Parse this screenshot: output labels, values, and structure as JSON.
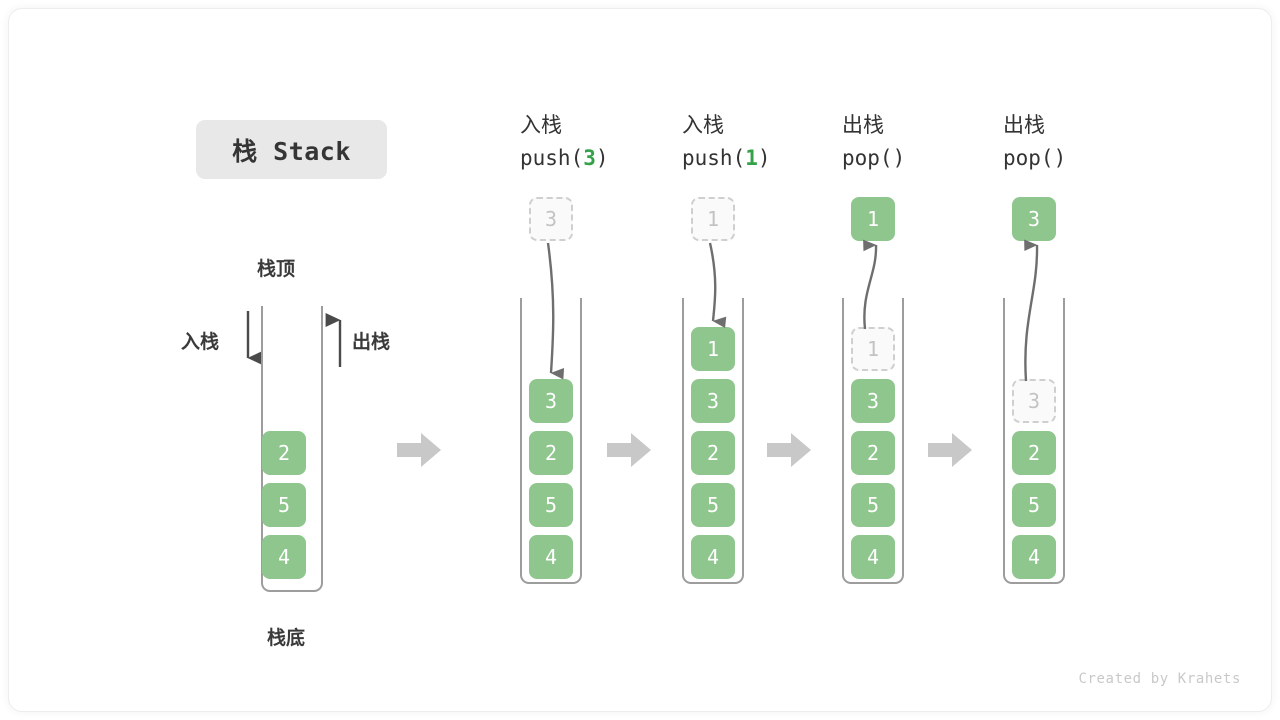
{
  "title": {
    "text": "栈 Stack"
  },
  "legend": {
    "top_label": "栈顶",
    "bottom_label": "栈底",
    "push_label": "入栈",
    "pop_label": "出栈"
  },
  "initial_stack": {
    "name": "initial",
    "cells": [
      "2",
      "5",
      "4"
    ],
    "ghost_inside": null,
    "ghost_outside": null,
    "result_cell": null
  },
  "steps": [
    {
      "op_cn": "入栈",
      "op_code_prefix": "push(",
      "op_code_value": "3",
      "op_code_suffix": ")",
      "ghost_outside": "3",
      "ghost_inside": null,
      "result_cell": null,
      "cells": [
        "3",
        "2",
        "5",
        "4"
      ],
      "arrow_direction": "down"
    },
    {
      "op_cn": "入栈",
      "op_code_prefix": "push(",
      "op_code_value": "1",
      "op_code_suffix": ")",
      "ghost_outside": "1",
      "ghost_inside": null,
      "result_cell": null,
      "cells": [
        "1",
        "3",
        "2",
        "5",
        "4"
      ],
      "arrow_direction": "down"
    },
    {
      "op_cn": "出栈",
      "op_code_prefix": "pop(",
      "op_code_value": "",
      "op_code_suffix": ")",
      "ghost_outside": null,
      "ghost_inside": "1",
      "result_cell": "1",
      "cells": [
        "3",
        "2",
        "5",
        "4"
      ],
      "arrow_direction": "up"
    },
    {
      "op_cn": "出栈",
      "op_code_prefix": "pop(",
      "op_code_value": "",
      "op_code_suffix": ")",
      "ghost_outside": null,
      "ghost_inside": "3",
      "result_cell": "3",
      "cells": [
        "2",
        "5",
        "4"
      ],
      "arrow_direction": "up"
    }
  ],
  "footer": {
    "credit": "Created by Krahets"
  },
  "colors": {
    "cell_fill": "#8ec68e",
    "cell_text": "#ffffff",
    "ghost_border": "#cfcfcf",
    "ghost_text": "#c3c3c3",
    "accent_value": "#35a24a",
    "step_arrow": "#c8c8c8",
    "container_border": "#9d9d9d",
    "chip_bg": "#e8e8e8"
  }
}
